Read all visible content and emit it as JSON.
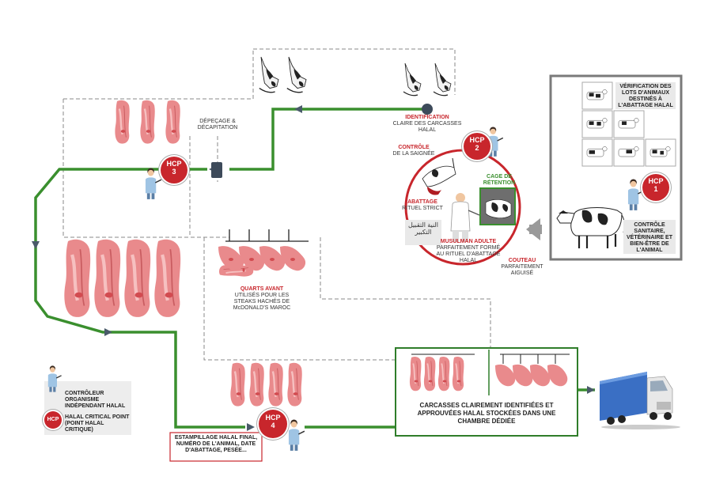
{
  "labels": {
    "depecage": "DÉPEÇAGE & DÉCAPITATION",
    "identification_title": "IDENTIFICATION",
    "identification_text": "CLAIRE DES CARCASSES HALAL",
    "controle_title": "CONTRÔLE",
    "controle_text": "DE LA SAIGNÉE",
    "cage_title": "CAGE DE RÉTENTION",
    "abattage_title": "ABATTAGE",
    "abattage_text": "RITUEL STRICT",
    "arabic_text": "النية التقبيل التكبير",
    "musulman_title": "MUSULMAN ADULTE",
    "musulman_text": "PARFAITEMENT FORMÉ AU RITUEL D'ABATTAGE HALAL",
    "couteau_title": "COUTEAU",
    "couteau_text": "PARFAITEMENT AIGUISÉ",
    "verification": "VÉRIFICATION DES LOTS D'ANIMAUX DESTINÉS À L'ABATTAGE HALAL",
    "controle_sanitaire": "CONTRÔLE SANITAIRE, VÉTÉRINAIRE ET BIEN-ÊTRE DE L'ANIMAL",
    "quarts_title": "QUARTS AVANT",
    "quarts_text": "UTILISÉS POUR LES STEAKS HACHÉS DE McDONALD'S MAROC",
    "storage_text": "CARCASSES CLAIREMENT IDENTIFIÉES ET APPROUVÉES HALAL STOCKÉES DANS UNE CHAMBRE DÉDIÉE",
    "estampillage": "ESTAMPILLAGE HALAL FINAL, NUMÉRO DE L'ANIMAL, DATE D'ABATTAGE, PESÉE..."
  },
  "hcp": {
    "prefix": "HCP",
    "n1": "1",
    "n2": "2",
    "n3": "3",
    "n4": "4"
  },
  "legend": {
    "controleur": "CONTRÔLEUR ORGANISME INDÉPENDANT HALAL",
    "hcp_badge": "HCP",
    "hcp_text": "HALAL CRITICAL POINT (POINT HALAL CRITIQUE)"
  },
  "colors": {
    "green": "#3a8f2e",
    "red": "#c8262c",
    "meat": "#e98a8c",
    "grey": "#7a7a7a"
  }
}
